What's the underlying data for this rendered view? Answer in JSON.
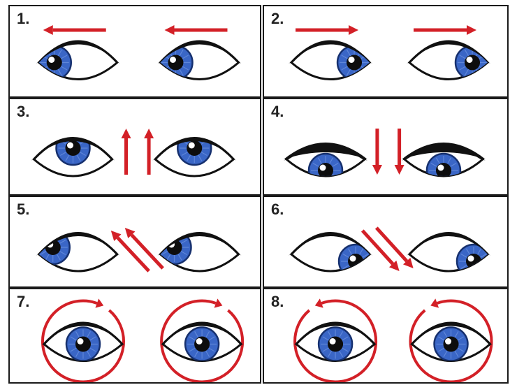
{
  "colors": {
    "iris": "#3a66c6",
    "iris_dark": "#16306e",
    "ink": "#111111",
    "arrow": "#d32027",
    "border": "#1a1a1a"
  },
  "panels": [
    {
      "label": "1.",
      "gaze": "left",
      "motion": "arrows-left"
    },
    {
      "label": "2.",
      "gaze": "right",
      "motion": "arrows-right"
    },
    {
      "label": "3.",
      "gaze": "up",
      "motion": "arrows-up"
    },
    {
      "label": "4.",
      "gaze": "down",
      "motion": "arrows-down"
    },
    {
      "label": "5.",
      "gaze": "up-left",
      "motion": "arrows-diagonal-up-left"
    },
    {
      "label": "6.",
      "gaze": "down-right",
      "motion": "arrows-diagonal-down-right"
    },
    {
      "label": "7.",
      "gaze": "center",
      "motion": "circle-clockwise"
    },
    {
      "label": "8.",
      "gaze": "center",
      "motion": "circle-counterclockwise"
    }
  ]
}
